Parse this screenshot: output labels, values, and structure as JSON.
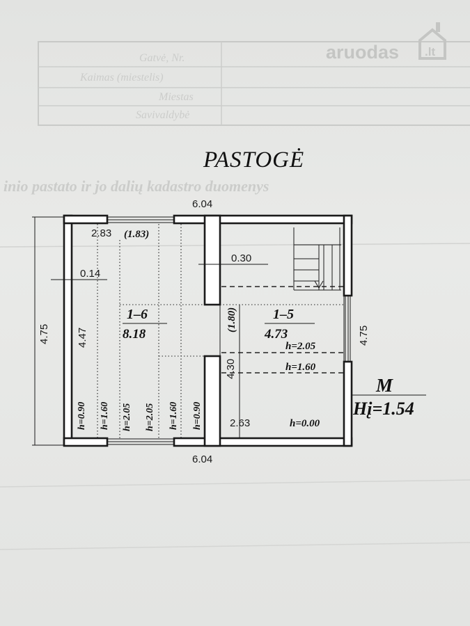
{
  "watermark": {
    "text": "aruodas",
    "suffix": ".lt"
  },
  "ghost_table": [
    "Gatvė, Nr.",
    "Kaimas (miestelis)",
    "Miestas",
    "Savivaldybė"
  ],
  "ghost_heading": "inio pastato ir jo dalių kadastro duomenys",
  "plan": {
    "title": "PASTOGĖ",
    "dims": {
      "top": "6.04",
      "bottom": "6.04",
      "left_outer": "4.75",
      "left_inner": "4.47",
      "right": "4.75",
      "w_283": "2.83",
      "w_183": "(1.83)",
      "d_014": "0.14",
      "d_030": "0.30",
      "d_430": "4.30",
      "d_180": "(1.80)",
      "d_263": "2.63"
    },
    "rooms": [
      {
        "id": "1–6",
        "area": "8.18"
      },
      {
        "id": "1–5",
        "area": "4.73"
      }
    ],
    "heights": {
      "r_205": "h=2.05",
      "r_160": "h=1.60",
      "r_000": "h=0.00",
      "v1": "h=0.90",
      "v2": "h=1.60",
      "v3": "h=2.05",
      "v4": "h=2.05",
      "v5": "h=1.60",
      "v6": "h=0.90"
    },
    "scale_mark": "M",
    "hi": "Hį=1.54"
  }
}
